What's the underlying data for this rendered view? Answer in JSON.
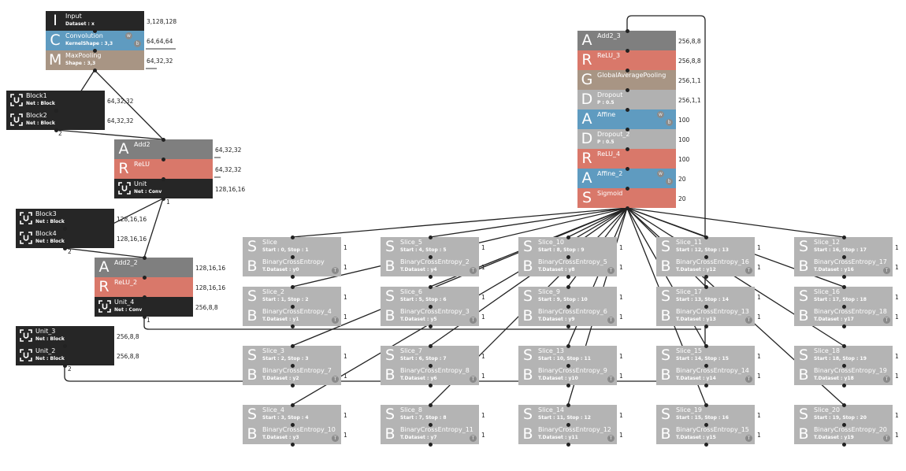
{
  "colors": {
    "input": "#262626",
    "conv": "#5f9bc0",
    "pool": "#a89584",
    "unit": "#262626",
    "add": "#7f7f7f",
    "relu": "#d9786a",
    "gap": "#a89584",
    "dropout": "#b1b1b1",
    "affine": "#5f9bc0",
    "sigmoid": "#d9786a",
    "slice": "#b4b4b4",
    "bce": "#b4b4b4"
  },
  "icons": {
    "unit": "bracket-u-icon",
    "weight": "w-badge-icon",
    "bias": "b-badge-icon",
    "target": "t-badge-icon"
  },
  "badges": {
    "w": "w",
    "b": "b",
    "t": "T"
  },
  "counts": {
    "repeat": "2",
    "one": "1"
  },
  "nodes": {
    "input": {
      "letter": "I",
      "name": "Input",
      "sub": "Dataset : x",
      "shape": "3,128,128"
    },
    "conv": {
      "letter": "C",
      "name": "Convolution",
      "sub": "KernelShape : 3,3",
      "shape": "64,64,64"
    },
    "pool": {
      "letter": "M",
      "name": "MaxPooling",
      "sub": "Shape : 3,3",
      "shape": "64,32,32"
    },
    "block1": {
      "name": "Block1",
      "sub": "Net : Block",
      "shape": "64,32,32"
    },
    "block2": {
      "name": "Block2",
      "sub": "Net : Block",
      "shape": "64,32,32"
    },
    "add2": {
      "letter": "A",
      "name": "Add2",
      "shape": "64,32,32"
    },
    "relu": {
      "letter": "R",
      "name": "ReLU",
      "shape": "64,32,32"
    },
    "unit": {
      "name": "Unit",
      "sub": "Net : Conv",
      "shape": "128,16,16"
    },
    "block3": {
      "name": "Block3",
      "sub": "Net : Block",
      "shape": "128,16,16"
    },
    "block4": {
      "name": "Block4",
      "sub": "Net : Block",
      "shape": "128,16,16"
    },
    "add2_2": {
      "letter": "A",
      "name": "Add2_2",
      "shape": "128,16,16"
    },
    "relu_2": {
      "letter": "R",
      "name": "ReLU_2",
      "shape": "128,16,16"
    },
    "unit_4": {
      "name": "Unit_4",
      "sub": "Net : Conv",
      "shape": "256,8,8"
    },
    "unit_3": {
      "name": "Unit_3",
      "sub": "Net : Block",
      "shape": "256,8,8"
    },
    "unit_2": {
      "name": "Unit_2",
      "sub": "Net : Block",
      "shape": "256,8,8"
    },
    "add2_3": {
      "letter": "A",
      "name": "Add2_3",
      "shape": "256,8,8"
    },
    "relu_3": {
      "letter": "R",
      "name": "ReLU_3",
      "shape": "256,8,8"
    },
    "gap": {
      "letter": "G",
      "name": "GlobalAveragePooling",
      "shape": "256,1,1"
    },
    "dropout": {
      "letter": "D",
      "name": "Dropout",
      "sub": "P : 0.5",
      "shape": "256,1,1"
    },
    "affine": {
      "letter": "A",
      "name": "Affine",
      "shape": "100"
    },
    "dropout_2": {
      "letter": "D",
      "name": "Dropout_2",
      "sub": "P : 0.5",
      "shape": "100"
    },
    "relu_4": {
      "letter": "R",
      "name": "ReLU_4",
      "shape": "100"
    },
    "affine_2": {
      "letter": "A",
      "name": "Affine_2",
      "shape": "20"
    },
    "sigmoid": {
      "letter": "S",
      "name": "Sigmoid",
      "shape": "20"
    }
  },
  "loss_grid": [
    {
      "s_name": "Slice",
      "s_sub": "Start : 0, Stop : 1",
      "b_name": "BinaryCrossEntropy",
      "b_sub": "T.Dataset : y0",
      "s_shape": "1",
      "b_shape": "1"
    },
    {
      "s_name": "Slice_5",
      "s_sub": "Start : 4, Stop : 5",
      "b_name": "BinaryCrossEntropy_2",
      "b_sub": "T.Dataset : y4",
      "s_shape": "1",
      "b_shape": "1"
    },
    {
      "s_name": "Slice_10",
      "s_sub": "Start : 8, Stop : 9",
      "b_name": "BinaryCrossEntropy_5",
      "b_sub": "T.Dataset : y8",
      "s_shape": "1",
      "b_shape": "1"
    },
    {
      "s_name": "Slice_11",
      "s_sub": "Start : 12, Stop : 13",
      "b_name": "BinaryCrossEntropy_16",
      "b_sub": "T.Dataset : y12",
      "s_shape": "1",
      "b_shape": "1"
    },
    {
      "s_name": "Slice_12",
      "s_sub": "Start : 16, Stop : 17",
      "b_name": "BinaryCrossEntropy_17",
      "b_sub": "T.Dataset : y16",
      "s_shape": "1",
      "b_shape": "1"
    },
    {
      "s_name": "Slice_2",
      "s_sub": "Start : 1, Stop : 2",
      "b_name": "BinaryCrossEntropy_4",
      "b_sub": "T.Dataset : y1",
      "s_shape": "1",
      "b_shape": "1"
    },
    {
      "s_name": "Slice_6",
      "s_sub": "Start : 5, Stop : 6",
      "b_name": "BinaryCrossEntropy_3",
      "b_sub": "T.Dataset : y5",
      "s_shape": "1",
      "b_shape": "1"
    },
    {
      "s_name": "Slice_9",
      "s_sub": "Start : 9, Stop : 10",
      "b_name": "BinaryCrossEntropy_6",
      "b_sub": "T.Dataset : y9",
      "s_shape": "1",
      "b_shape": "1"
    },
    {
      "s_name": "Slice_17",
      "s_sub": "Start : 13, Stop : 14",
      "b_name": "BinaryCrossEntropy_13",
      "b_sub": "T.Dataset : y13",
      "s_shape": "1",
      "b_shape": "1"
    },
    {
      "s_name": "Slice_16",
      "s_sub": "Start : 17, Stop : 18",
      "b_name": "BinaryCrossEntropy_18",
      "b_sub": "T.Dataset : y17",
      "s_shape": "1",
      "b_shape": "1"
    },
    {
      "s_name": "Slice_3",
      "s_sub": "Start : 2, Stop : 3",
      "b_name": "BinaryCrossEntropy_7",
      "b_sub": "T.Dataset : y2",
      "s_shape": "1",
      "b_shape": "1"
    },
    {
      "s_name": "Slice_7",
      "s_sub": "Start : 6, Stop : 7",
      "b_name": "BinaryCrossEntropy_8",
      "b_sub": "T.Dataset : y6",
      "s_shape": "1",
      "b_shape": "1"
    },
    {
      "s_name": "Slice_13",
      "s_sub": "Start : 10, Stop : 11",
      "b_name": "BinaryCrossEntropy_9",
      "b_sub": "T.Dataset : y10",
      "s_shape": "1",
      "b_shape": "1"
    },
    {
      "s_name": "Slice_15",
      "s_sub": "Start : 14, Stop : 15",
      "b_name": "BinaryCrossEntropy_14",
      "b_sub": "T.Dataset : y14",
      "s_shape": "1",
      "b_shape": "1"
    },
    {
      "s_name": "Slice_18",
      "s_sub": "Start : 18, Stop : 19",
      "b_name": "BinaryCrossEntropy_19",
      "b_sub": "T.Dataset : y18",
      "s_shape": "1",
      "b_shape": "1"
    },
    {
      "s_name": "Slice_4",
      "s_sub": "Start : 3, Stop : 4",
      "b_name": "BinaryCrossEntropy_10",
      "b_sub": "T.Dataset : y3",
      "s_shape": "1",
      "b_shape": "1"
    },
    {
      "s_name": "Slice_8",
      "s_sub": "Start : 7, Stop : 8",
      "b_name": "BinaryCrossEntropy_11",
      "b_sub": "T.Dataset : y7",
      "s_shape": "1",
      "b_shape": "1"
    },
    {
      "s_name": "Slice_14",
      "s_sub": "Start : 11, Stop : 12",
      "b_name": "BinaryCrossEntropy_12",
      "b_sub": "T.Dataset : y11",
      "s_shape": "1",
      "b_shape": "1"
    },
    {
      "s_name": "Slice_19",
      "s_sub": "Start : 15, Stop : 16",
      "b_name": "BinaryCrossEntropy_15",
      "b_sub": "T.Dataset : y15",
      "s_shape": "1",
      "b_shape": "1"
    },
    {
      "s_name": "Slice_20",
      "s_sub": "Start : 19, Stop : 20",
      "b_name": "BinaryCrossEntropy_20",
      "b_sub": "T.Dataset : y19",
      "s_shape": "1",
      "b_shape": "1"
    }
  ],
  "grid_letters": {
    "slice": "S",
    "bce": "B"
  }
}
